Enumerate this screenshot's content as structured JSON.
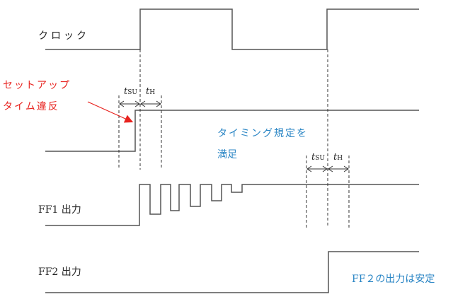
{
  "labels": {
    "clock": "クロック",
    "ff1": "FF1 出力",
    "ff2": "FF2 出力"
  },
  "annotations": {
    "setup_violation_line1": "セットアップ",
    "setup_violation_line2": "タイム違反",
    "timing_ok_line1": "タイミング規定を",
    "timing_ok_line2": "満足",
    "ff2_stable": "FF２の出力は安定"
  },
  "timing_marks": {
    "t_letter": "t",
    "setup_sub": "SU",
    "hold_sub": "H"
  },
  "colors": {
    "violation": "#e8231f",
    "ok": "#2b86c5",
    "signal": "#555555"
  }
}
